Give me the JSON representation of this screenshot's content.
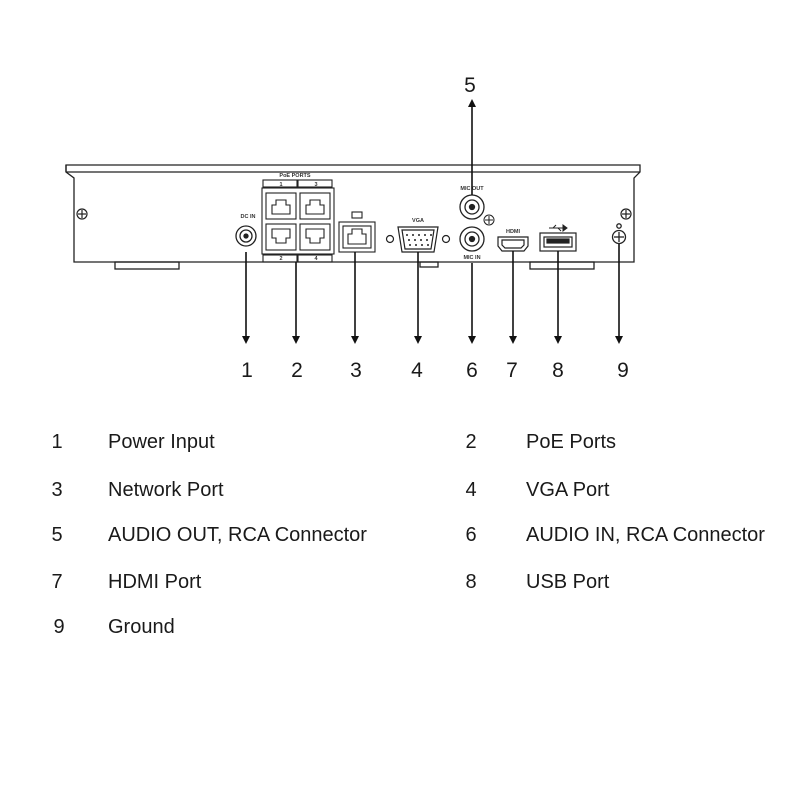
{
  "device_labels": {
    "poe_ports_header": "PoE PORTS",
    "poe_port_numbers_top": [
      "1",
      "3"
    ],
    "poe_port_numbers_bottom": [
      "2",
      "4"
    ],
    "dc_in": "DC IN",
    "vga": "VGA",
    "mic_out": "MIC OUT",
    "mic_in": "MIC IN",
    "hdmi": "HDMI"
  },
  "callouts": [
    "1",
    "2",
    "3",
    "4",
    "5",
    "6",
    "7",
    "8",
    "9"
  ],
  "legend": [
    {
      "num": "1",
      "label": "Power Input"
    },
    {
      "num": "2",
      "label": "PoE Ports"
    },
    {
      "num": "3",
      "label": "Network Port"
    },
    {
      "num": "4",
      "label": "VGA Port"
    },
    {
      "num": "5",
      "label": "AUDIO OUT, RCA Connector"
    },
    {
      "num": "6",
      "label": "AUDIO IN, RCA Connector"
    },
    {
      "num": "7",
      "label": "HDMI Port"
    },
    {
      "num": "8",
      "label": "USB Port"
    },
    {
      "num": "9",
      "label": "Ground"
    }
  ]
}
